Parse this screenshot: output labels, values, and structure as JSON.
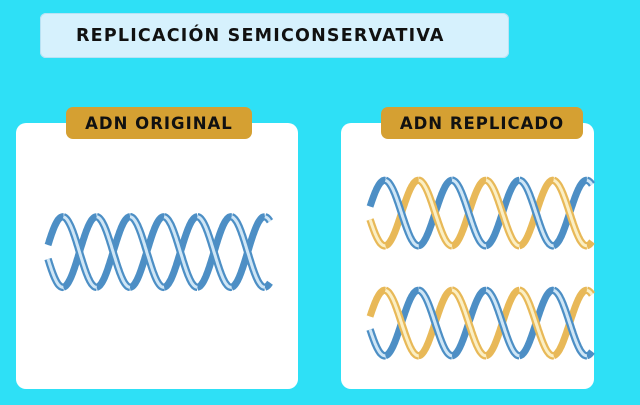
{
  "title": "REPLICACIÓN SEMICONSERVATIVA",
  "panels": [
    {
      "label": "ADN ORIGINAL"
    },
    {
      "label": "ADN REPLICADO"
    }
  ],
  "colors": {
    "background": "#2ee0f6",
    "title_box": "#d6f1fd",
    "label_box": "#d5a032",
    "panel": "#ffffff",
    "original_strand": "#4d8fc5",
    "original_strand_light": "#cfe6f6",
    "new_strand": "#e8b958",
    "new_strand_light": "#fbefc4"
  }
}
